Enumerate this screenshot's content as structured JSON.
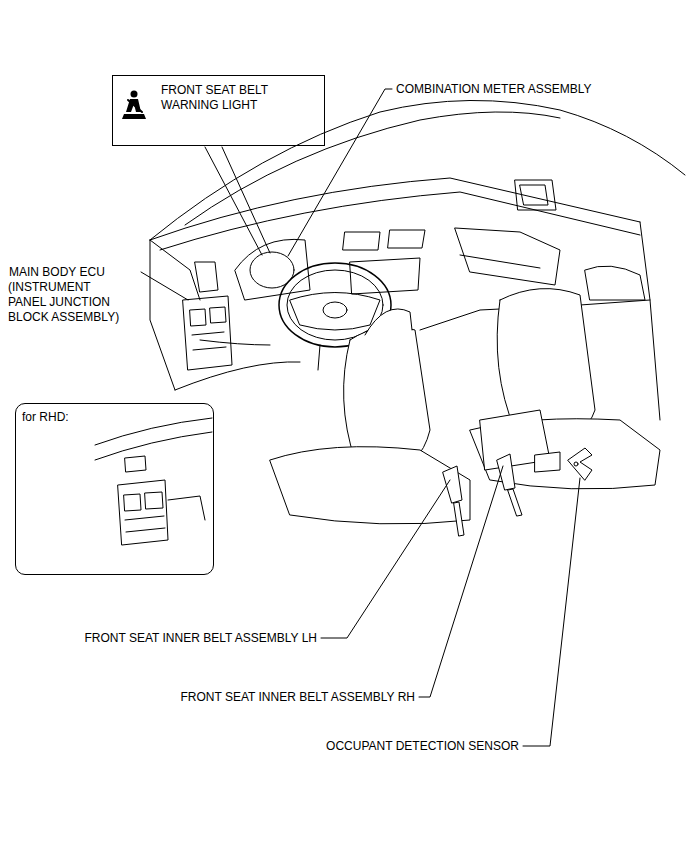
{
  "diagram": {
    "nodes": [
      {
        "text": [
          "FRONT SEAT BELT WARNING LIGHT"
        ]
      },
      {
        "text": [
          "for RHD:"
        ]
      }
    ],
    "labels": [
      "COMBINATION METER ASSEMBLY",
      "MAIN BODY ECU (INSTRUMENT PANEL JUNCTION BLOCK ASSEMBLY)",
      "FRONT SEAT INNER BELT ASSEMBLY LH",
      "FRONT SEAT INNER BELT ASSEMBLY RH",
      "OCCUPANT DETECTION SENSOR"
    ]
  }
}
